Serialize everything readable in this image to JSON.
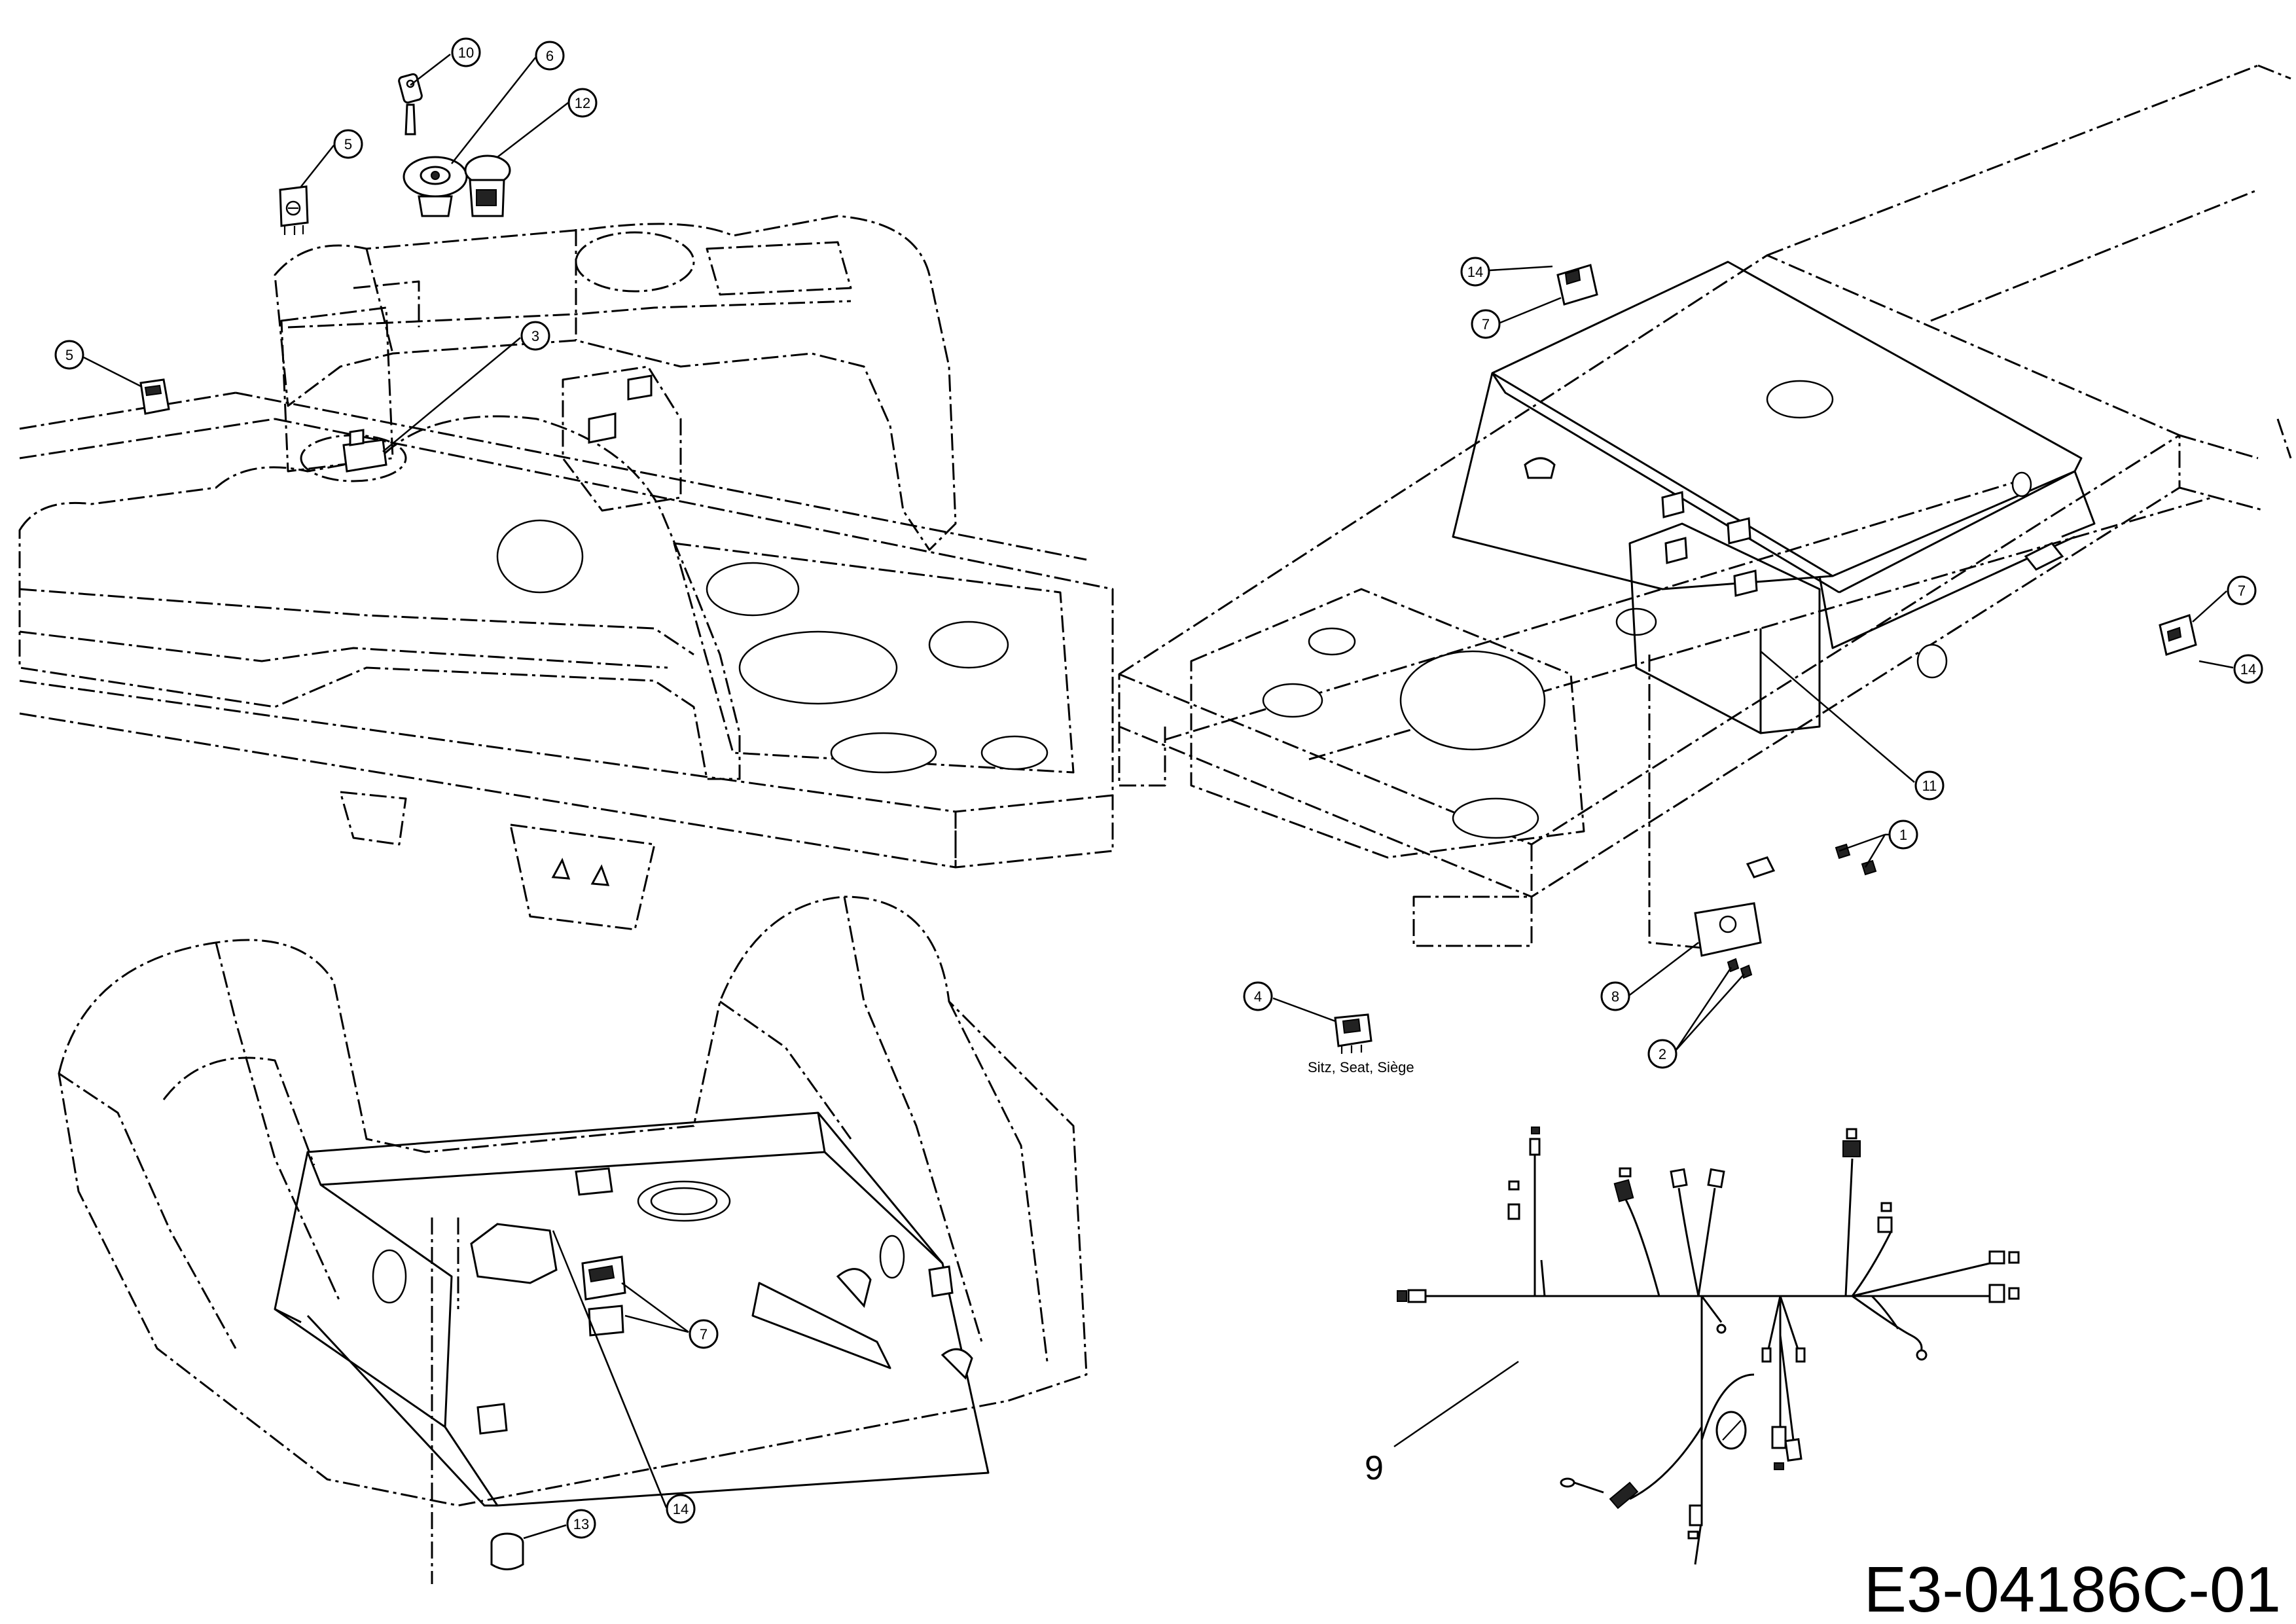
{
  "drawing_code": "E3-04186C-01",
  "seat_label": "Sitz, Seat, Siège",
  "harness_number": "9",
  "callouts": {
    "c10": "10",
    "c6": "6",
    "c12": "12",
    "c5a": "5",
    "c5b": "5",
    "c3": "3",
    "c14a": "14",
    "c7a": "7",
    "c7b": "7",
    "c14b": "14",
    "c11": "11",
    "c1": "1",
    "c4": "4",
    "c8": "8",
    "c2": "2",
    "c7c": "7",
    "c14c": "14",
    "c13": "13"
  }
}
